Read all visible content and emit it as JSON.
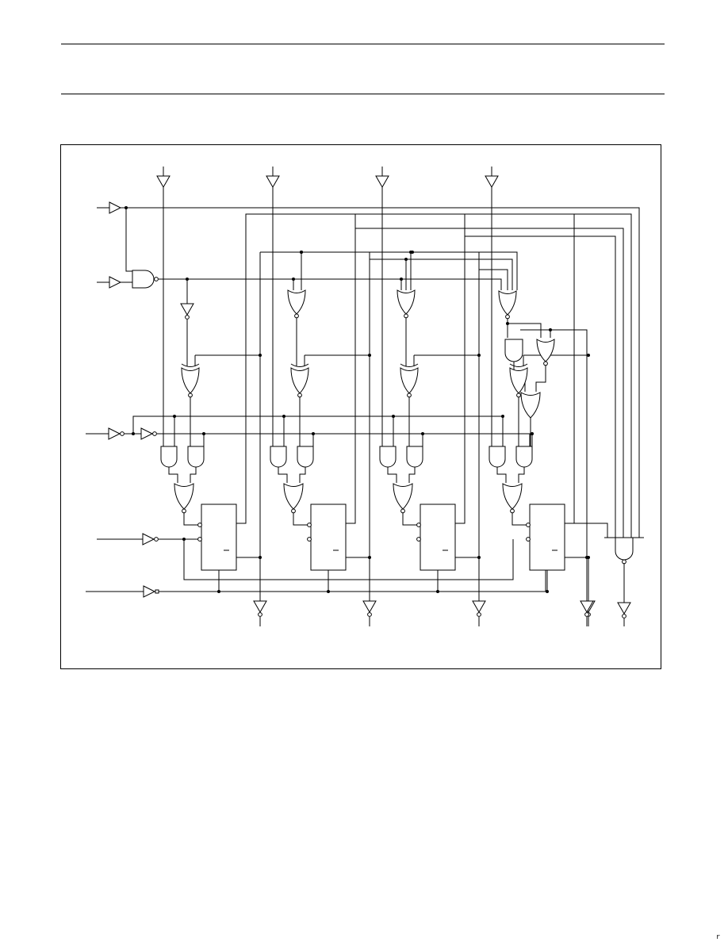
{
  "page": {
    "corner_mark": "r"
  },
  "diagram": {
    "bit_slices": 4,
    "colors": {
      "line": "#000000",
      "background": "#ffffff"
    },
    "gate_types": [
      "buffer",
      "inverter",
      "nand",
      "and",
      "or",
      "xor",
      "xnor",
      "flip-flop"
    ],
    "flip_flop_q_bar_label": "—"
  }
}
